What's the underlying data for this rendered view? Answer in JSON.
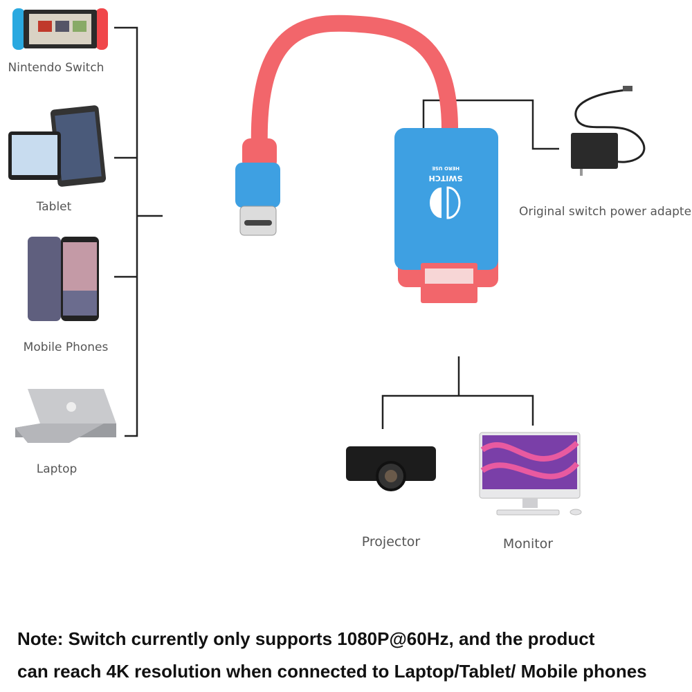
{
  "sources": [
    {
      "label": "Nintendo  Switch",
      "icon": "nintendo-switch-icon"
    },
    {
      "label": "Tablet",
      "icon": "tablet-icon"
    },
    {
      "label": "Mobile Phones",
      "icon": "mobile-phone-icon"
    },
    {
      "label": "Laptop",
      "icon": "laptop-icon"
    }
  ],
  "power": {
    "label": "Original switch power adapter",
    "icon": "power-adapter-icon"
  },
  "outputs": [
    {
      "label": "Projector",
      "icon": "projector-icon"
    },
    {
      "label": "Monitor",
      "icon": "monitor-icon"
    }
  ],
  "adapter": {
    "brand_text": "SWITCH",
    "sub_text": "HERO USE",
    "body_color": "#3ea0e2",
    "cable_color": "#f2666b"
  },
  "note": {
    "line1": "Note: Switch currently only supports 1080P@60Hz, and the product",
    "line2": "can reach 4K resolution when connected to Laptop/Tablet/ Mobile phones"
  }
}
